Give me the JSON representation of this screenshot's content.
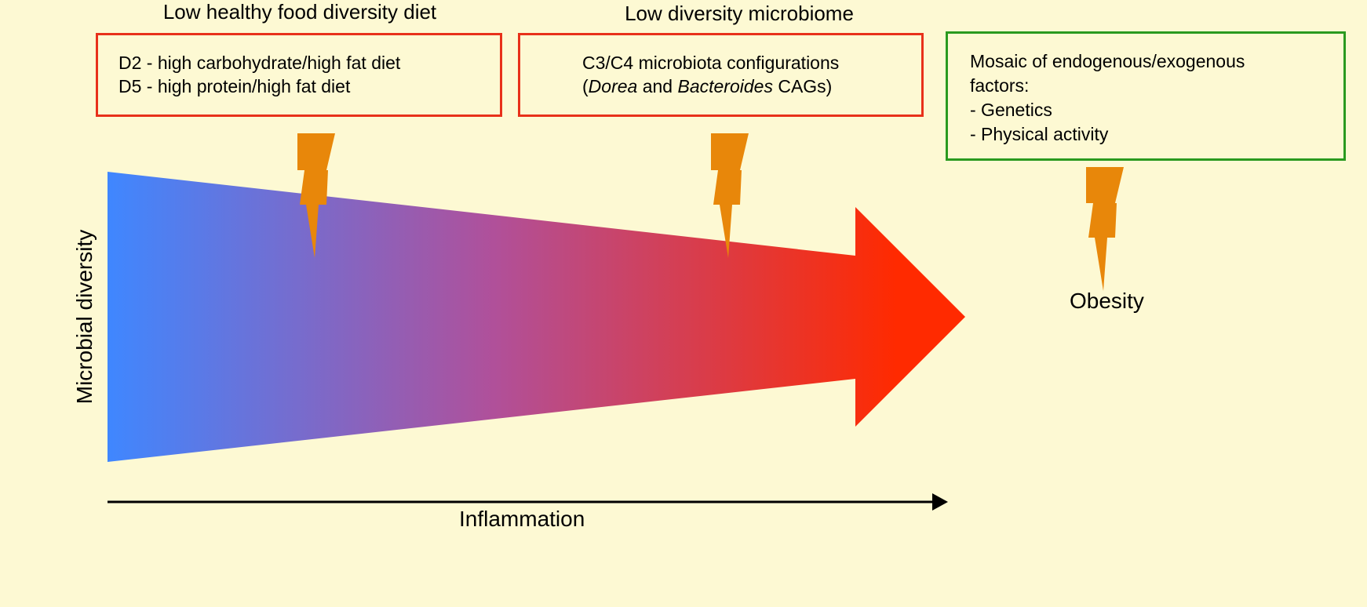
{
  "colors": {
    "background": "#fdf9d3",
    "gradient_start": "#3f87ff",
    "gradient_mid": "#b0509a",
    "gradient_end": "#ff2a00",
    "diet_box_border": "#e8311a",
    "factors_box_border": "#2a9a1f",
    "lightning": "#e8870a",
    "axis": "#000000"
  },
  "headings": {
    "diet": "Low healthy food diversity diet",
    "microbiome": "Low diversity microbiome"
  },
  "diet_box": {
    "line1": "D2 - high carbohydrate/high fat diet",
    "line2": "D5 - high protein/high fat diet"
  },
  "microbiome_box": {
    "line1": "C3/C4 microbiota configurations",
    "line2_open": "(",
    "line2_genus1": "Dorea",
    "line2_and": " and ",
    "line2_genus2": "Bacteroides",
    "line2_close": " CAGs)"
  },
  "factors_box": {
    "line1": "Mosaic of endogenous/exogenous",
    "line2": "factors:",
    "item1": "-  Genetics",
    "item2": "-  Physical activity"
  },
  "outcome": "Obesity",
  "axes": {
    "x_label": "Inflammation",
    "y_label": "Microbial diversity"
  },
  "icons": {
    "lightning": "lightning-bolt-icon",
    "arrow": "gradient-arrow-shape"
  }
}
